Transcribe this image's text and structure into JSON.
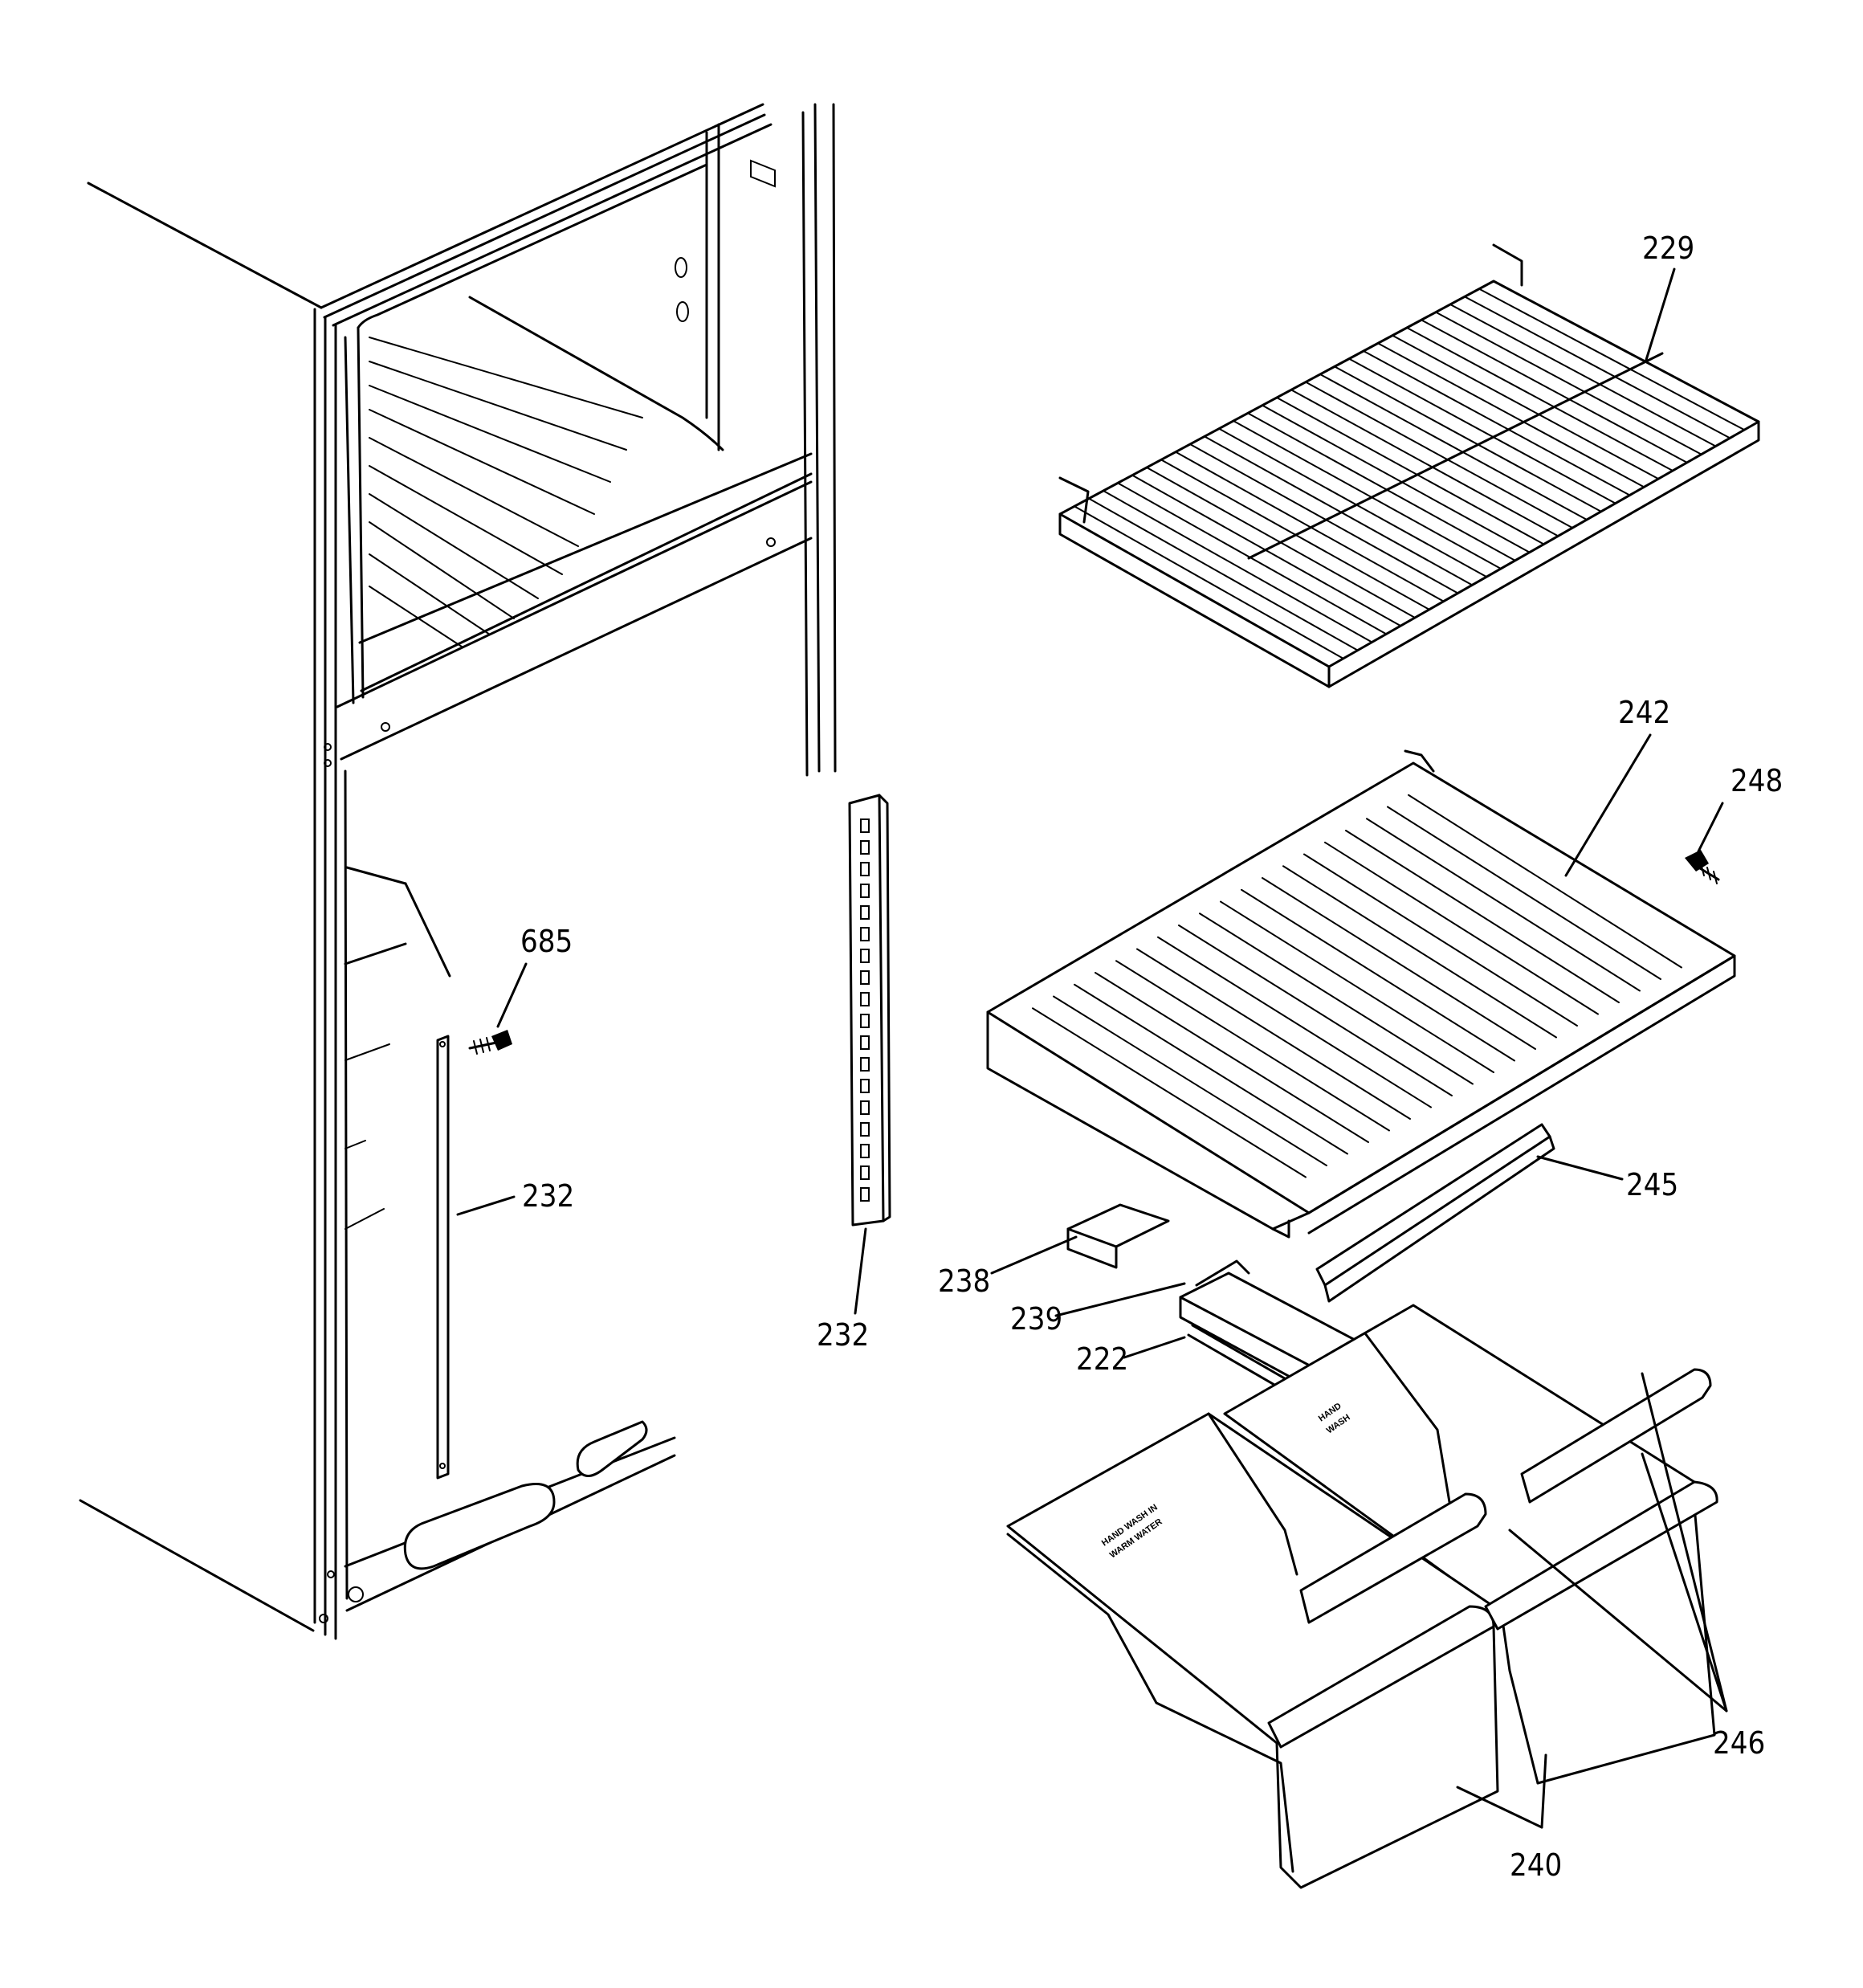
{
  "callouts": {
    "c229": "229",
    "c242": "242",
    "c248": "248",
    "c685": "685",
    "c232a": "232",
    "c232b": "232",
    "c245": "245",
    "c238": "238",
    "c239": "239",
    "c222": "222",
    "c246": "246",
    "c240": "240"
  },
  "bin_text": {
    "left_line1": "HAND WASH IN",
    "left_line2": "WARM WATER",
    "right_line1": "HAND",
    "right_line2": "WASH"
  }
}
